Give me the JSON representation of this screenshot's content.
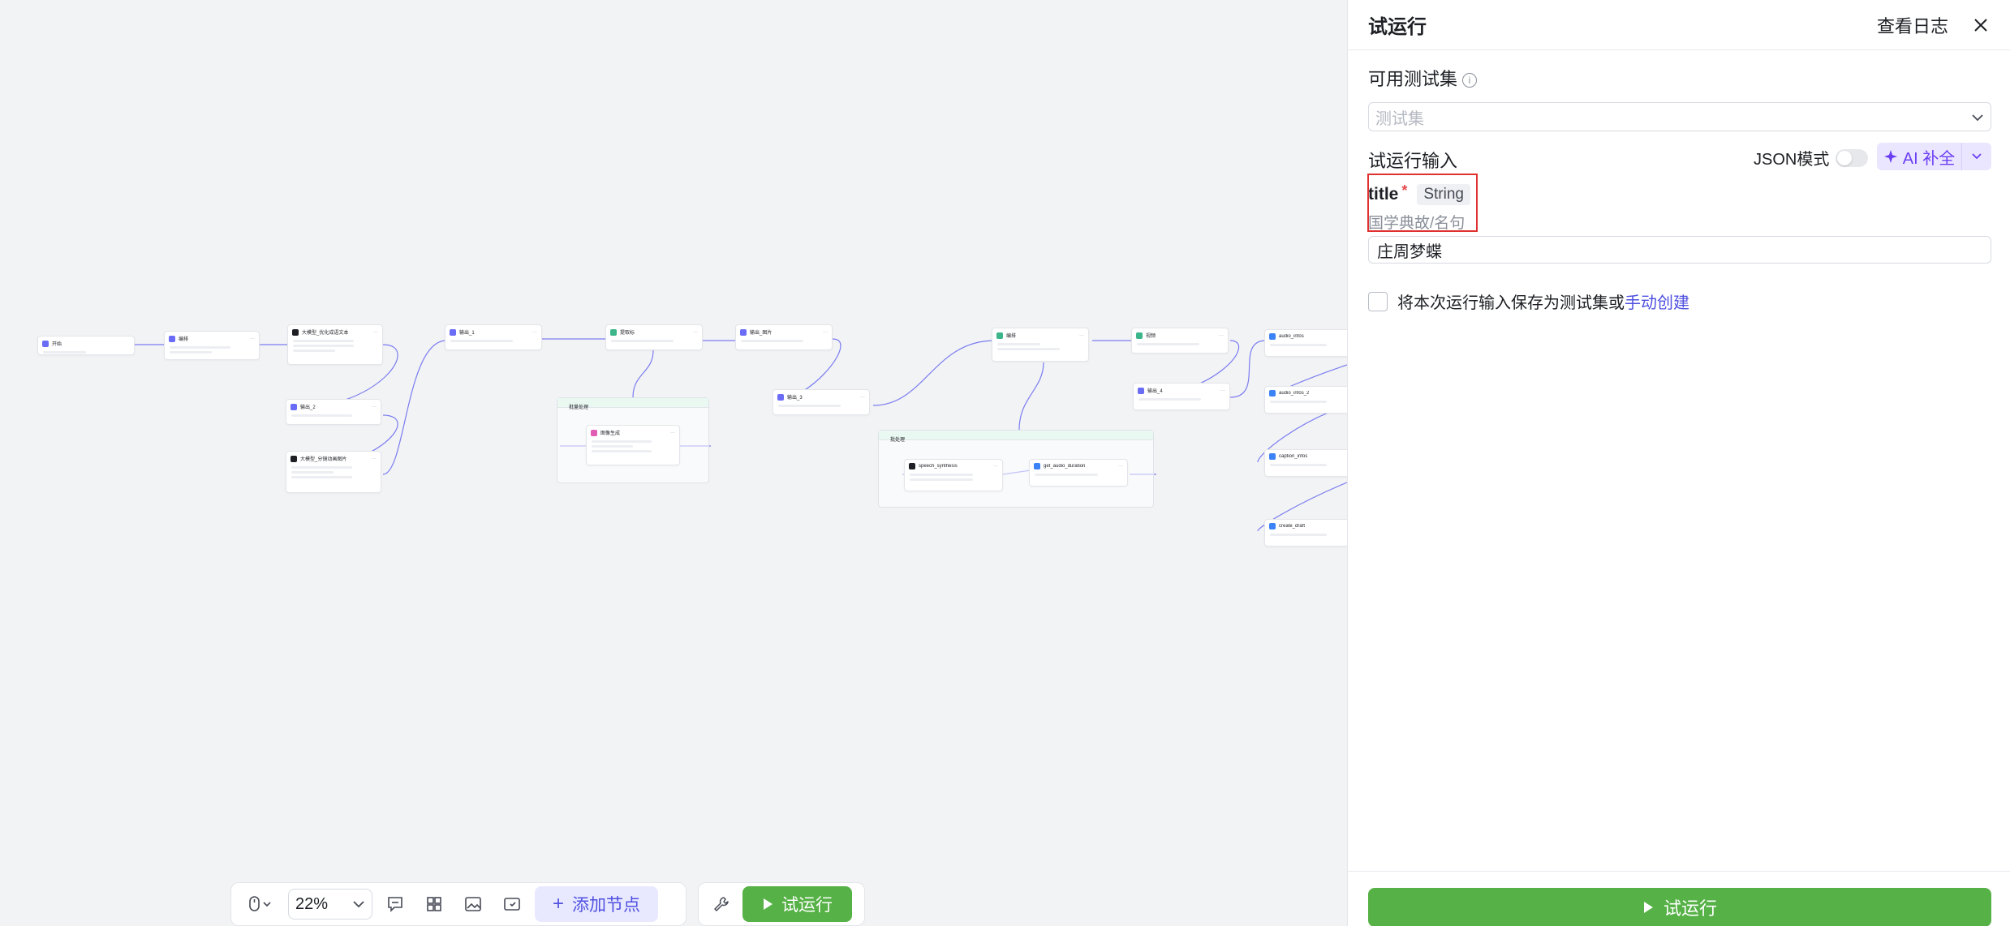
{
  "canvas": {
    "nodes": [
      {
        "title": "开始",
        "icon": "node-icon"
      },
      {
        "title": "编排",
        "icon": "node-icon"
      },
      {
        "title": "大模型_优化成语文本",
        "icon": "node-icon-dark"
      },
      {
        "title": "输出_1",
        "icon": "node-icon"
      },
      {
        "title": "提取标",
        "icon": "node-icon-green"
      },
      {
        "title": "输出_图片",
        "icon": "node-icon"
      },
      {
        "title": "编排",
        "icon": "node-icon-green"
      },
      {
        "title": "视频",
        "icon": "node-icon-green"
      },
      {
        "title": "audio_infos",
        "icon": "node-icon-blue"
      },
      {
        "title": "输出_2",
        "icon": "node-icon"
      },
      {
        "title": "大模型_分镜动画图片",
        "icon": "node-icon-dark"
      },
      {
        "title": "批量处理",
        "icon": "node-icon-green"
      },
      {
        "title": "图像生成",
        "icon": "node-icon-pink"
      },
      {
        "title": "输出_3",
        "icon": "node-icon"
      },
      {
        "title": "输出_4",
        "icon": "node-icon"
      },
      {
        "title": "audio_infos_2",
        "icon": "node-icon-blue"
      },
      {
        "title": "批处理",
        "icon": "node-icon-green"
      },
      {
        "title": "speech_synthesis",
        "icon": "node-icon-dark"
      },
      {
        "title": "get_audio_duration",
        "icon": "node-icon-blue"
      },
      {
        "title": "caption_infos",
        "icon": "node-icon-blue"
      },
      {
        "title": "create_draft",
        "icon": "node-icon-blue"
      }
    ]
  },
  "toolbar": {
    "zoom_value": "22%",
    "add_node_label": "添加节点",
    "run_label": "试运行"
  },
  "panel": {
    "title": "试运行",
    "view_log": "查看日志",
    "testset_label": "可用测试集",
    "testset_placeholder": "测试集",
    "input_label": "试运行输入",
    "json_mode_label": "JSON模式",
    "ai_fill_label": "AI 补全",
    "field": {
      "name": "title",
      "required_mark": "*",
      "type": "String",
      "description": "国学典故/名句",
      "value": "庄周梦蝶"
    },
    "save_text": "将本次运行输入保存为测试集或",
    "manual_create": "手动创建",
    "run_button": "试运行"
  },
  "colors": {
    "run_green": "#56b146",
    "accent_purple": "#4f50e0",
    "ai_purple": "#6a3ef2",
    "highlight_red": "#e03131"
  }
}
